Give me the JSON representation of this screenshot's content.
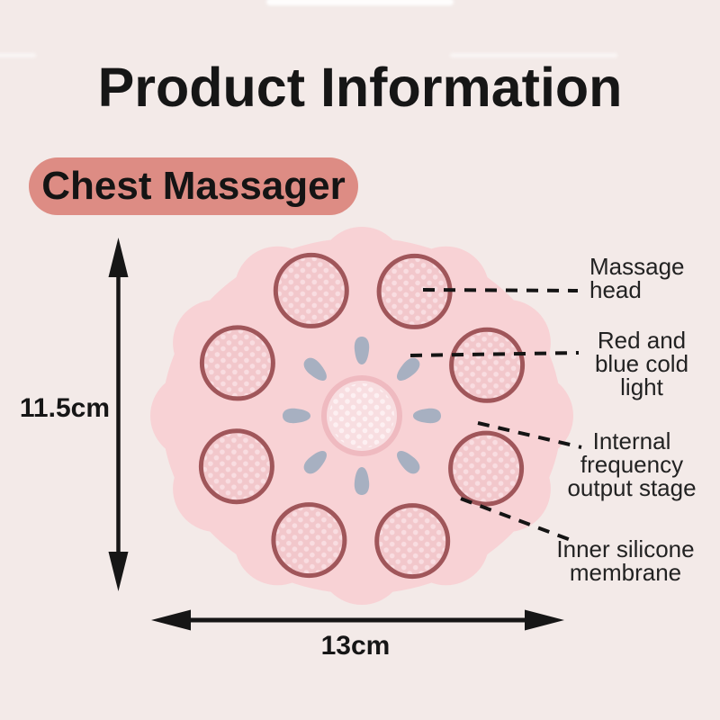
{
  "page": {
    "title": "Product Information",
    "badge": "Chest Massager"
  },
  "dimensions": {
    "height": "11.5cm",
    "width": "13cm"
  },
  "callouts": [
    {
      "name": "massage-head",
      "text": "Massage\nhead"
    },
    {
      "name": "red-and-blue-cold-light",
      "text": "Red and\nblue cold\nlight"
    },
    {
      "name": "internal-frequency-output-stage",
      "text": "Internal\nfrequency\noutput stage"
    },
    {
      "name": "inner-silicone-membrane",
      "text": "Inner silicone\nmembrane"
    }
  ],
  "product": {
    "massage_heads": 8,
    "light_strips": 8
  },
  "colors": {
    "bg": "#f3eae8",
    "ink": "#161616",
    "badge-bg": "#dd8c84",
    "disc": "#f8d2d5",
    "head-fill": "#f2c7cb",
    "head-ring": "#a0565a",
    "flower-ring": "#efbac0",
    "petal": "#a7b0c1"
  }
}
